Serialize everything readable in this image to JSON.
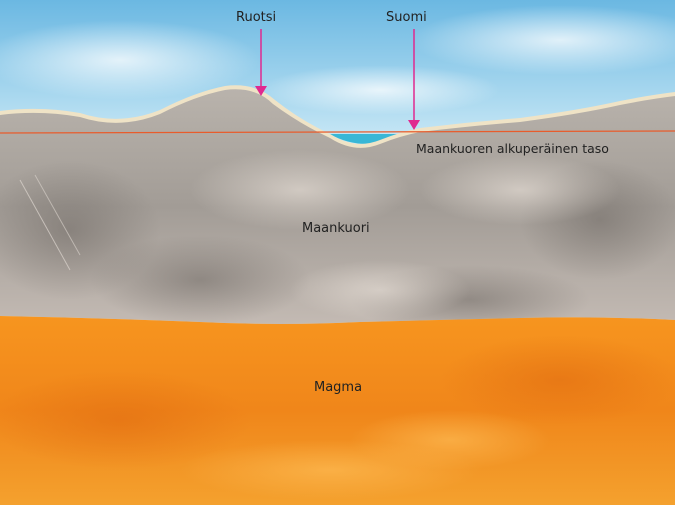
{
  "labels": {
    "sweden": "Ruotsi",
    "finland": "Suomi",
    "original_level": "Maankuoren alkuperäinen taso",
    "crust": "Maankuori",
    "magma": "Magma"
  },
  "colors": {
    "sky": "#7ec3e6",
    "crust": "#a9a39d",
    "crust_rim": "#efe3c6",
    "magma": "#f08a1c",
    "arrow": "#e0298f",
    "level_line": "#e85c2c",
    "sea": "#39b7d6"
  }
}
